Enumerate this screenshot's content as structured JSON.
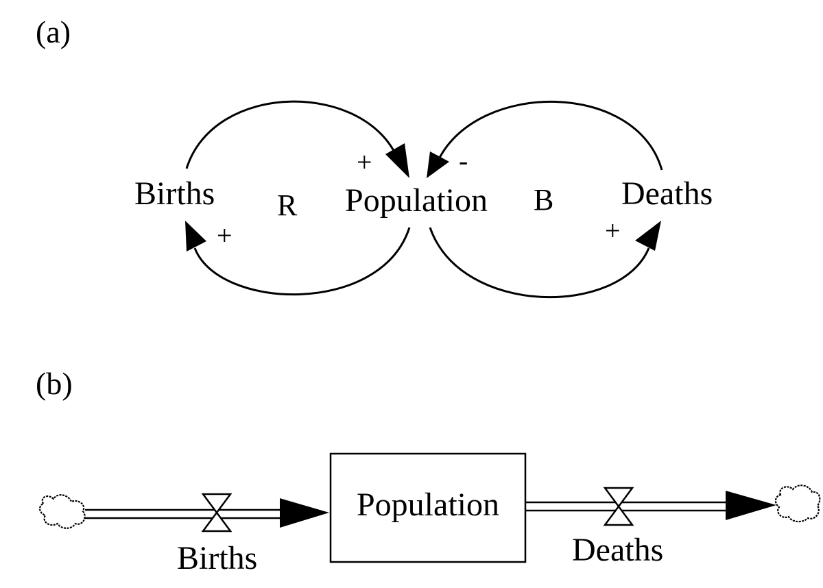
{
  "panel_a": {
    "label": "(a)",
    "nodes": {
      "births": "Births",
      "population": "Population",
      "deaths": "Deaths"
    },
    "loops": {
      "reinforcing": "R",
      "balancing": "B"
    },
    "polarities": {
      "births_to_population": "+",
      "population_to_births": "+",
      "deaths_to_population": "-",
      "population_to_deaths": "+"
    }
  },
  "panel_b": {
    "label": "(b)",
    "stock": "Population",
    "inflow": "Births",
    "outflow": "Deaths"
  }
}
